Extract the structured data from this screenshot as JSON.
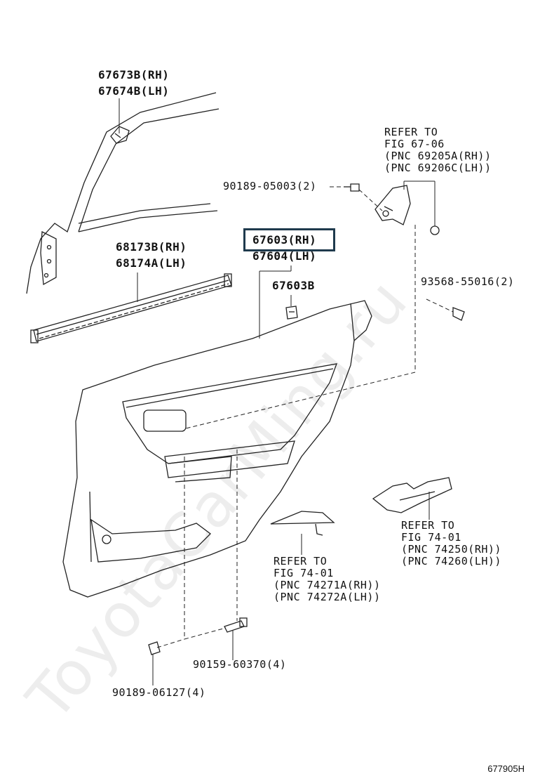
{
  "labels": {
    "garnish_rh": "67673B(RH)",
    "garnish_lh": "67674B(LH)",
    "weatherstrip_rh": "68173B(RH)",
    "weatherstrip_lh": "68174A(LH)",
    "trim_rh": "67603(RH)",
    "trim_lh": "67604(LH)",
    "trim_b": "67603B",
    "screw_05003": "90189-05003(2)",
    "bolt_55016": "93568-55016(2)",
    "screw_60370": "90159-60370(4)",
    "clip_06127": "90189-06127(4)"
  },
  "refs": {
    "handle": [
      "REFER TO",
      "FIG 67-06",
      "(PNC 69205A(RH))",
      "(PNC 69206C(LH))"
    ],
    "switch_base": [
      "REFER TO",
      "FIG 74-01",
      "(PNC 74250(RH))",
      "(PNC 74260(LH))"
    ],
    "switch_panel": [
      "REFER TO",
      "FIG 74-01",
      "(PNC 74271A(RH))",
      "(PNC 74272A(LH))"
    ]
  },
  "watermark": "ToyotaCarMing.ru",
  "figure_code": "677905H"
}
